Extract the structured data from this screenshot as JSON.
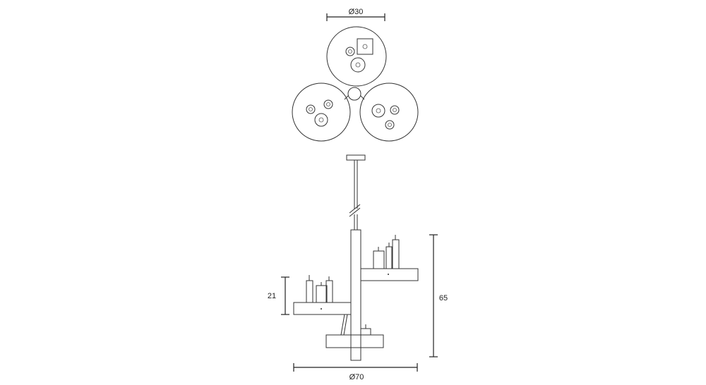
{
  "dimensions": {
    "top_diameter": "Ø30",
    "height_left": "21",
    "height_right": "65",
    "bottom_diameter": "Ø70"
  },
  "colors": {
    "line": "#333333",
    "background": "#ffffff"
  }
}
